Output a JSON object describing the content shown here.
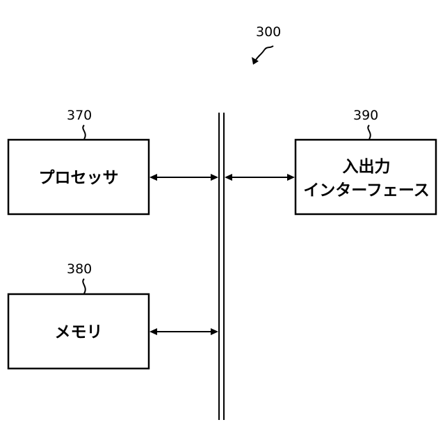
{
  "figure": {
    "figure_ref": "300",
    "blocks": {
      "processor": {
        "ref": "370",
        "label": "プロセッサ"
      },
      "memory": {
        "ref": "380",
        "label": "メモリ"
      },
      "io_interface": {
        "ref": "390",
        "label_line1": "入出力",
        "label_line2": "インターフェース"
      }
    }
  }
}
